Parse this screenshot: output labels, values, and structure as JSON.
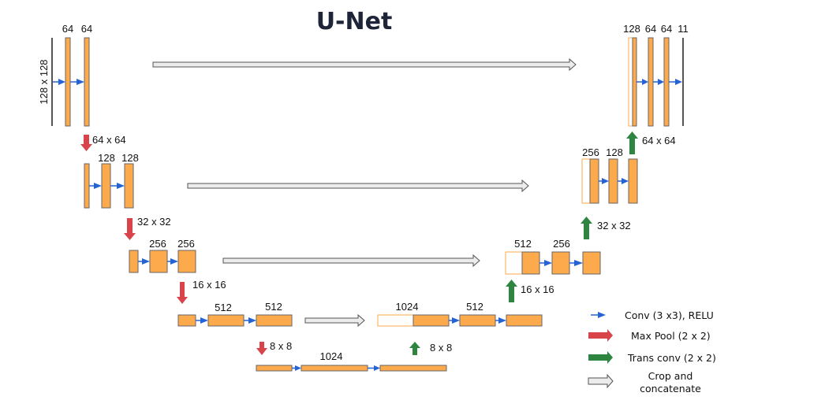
{
  "title": "U-Net",
  "input_size_label": "128 x 128",
  "channel_labels": {
    "enc1": [
      "64",
      "64"
    ],
    "enc2": [
      "128",
      "128"
    ],
    "enc3": [
      "256",
      "256"
    ],
    "enc4": [
      "512",
      "512"
    ],
    "bottleneck": [
      "1024"
    ],
    "dec4": [
      "1024",
      "512"
    ],
    "dec3": [
      "512",
      "256"
    ],
    "dec2": [
      "256",
      "128"
    ],
    "dec1": [
      "128",
      "64",
      "64",
      "11"
    ]
  },
  "pool_labels": [
    "64 x 64",
    "32 x 32",
    "16 x 16",
    "8 x 8"
  ],
  "upconv_labels": [
    "8 x 8",
    "16 x 16",
    "32 x 32",
    "64 x 64"
  ],
  "legend": [
    {
      "icon": "conv-arrow-icon",
      "label": "Conv (3 x3), RELU",
      "color": "#2563d4"
    },
    {
      "icon": "maxpool-arrow-icon",
      "label": "Max Pool (2 x 2)",
      "color": "#d9434a"
    },
    {
      "icon": "transconv-arrow-icon",
      "label": "Trans conv (2 x 2)",
      "color": "#2d8540"
    },
    {
      "icon": "concat-arrow-icon",
      "label_line1": "Crop and",
      "label_line2": "concatenate",
      "color": "#ececec"
    }
  ],
  "colors": {
    "feature_map": "#fdaa4d",
    "conv": "#2563d4",
    "max_pool": "#d9434a",
    "trans_conv": "#2d8540",
    "concat": "#ececec"
  }
}
